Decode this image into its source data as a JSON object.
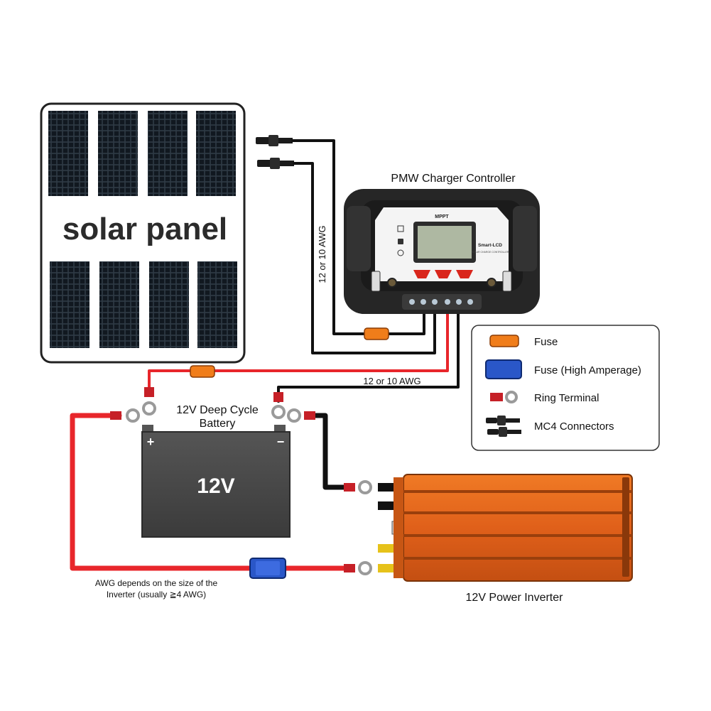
{
  "solar_panel": {
    "label": "solar panel"
  },
  "controller": {
    "title": "PMW Charger Controller",
    "brand": "MPPT",
    "badge": "Smart-LCD",
    "subbadge": "SOLAR CHARGE CONTROLLER"
  },
  "wires": {
    "vertical_gauge": "12 or 10 AWG",
    "horizontal_gauge": "12 or 10 AWG",
    "inverter_gauge_line1": "AWG depends on the size of the",
    "inverter_gauge_line2": "Inverter (usually ≧4 AWG)"
  },
  "battery": {
    "caption_line1": "12V Deep Cycle",
    "caption_line2": "Battery",
    "label": "12V",
    "positive": "+",
    "negative": "−"
  },
  "inverter": {
    "caption": "12V Power Inverter"
  },
  "legend": {
    "items": [
      {
        "label": "Fuse",
        "icon": "orange-fuse-icon"
      },
      {
        "label": "Fuse (High Amperage)",
        "icon": "blue-fuse-icon"
      },
      {
        "label": "Ring Terminal",
        "icon": "ring-terminal-icon"
      },
      {
        "label": "MC4 Connectors",
        "icon": "mc4-connector-icon"
      }
    ]
  },
  "colors": {
    "positive_wire": "#e8262b",
    "negative_wire": "#111111",
    "fuse": "#f07d1a",
    "high_amp_fuse": "#2a57c8",
    "inverter": "#e8671a",
    "battery": "#4a4a4a"
  }
}
